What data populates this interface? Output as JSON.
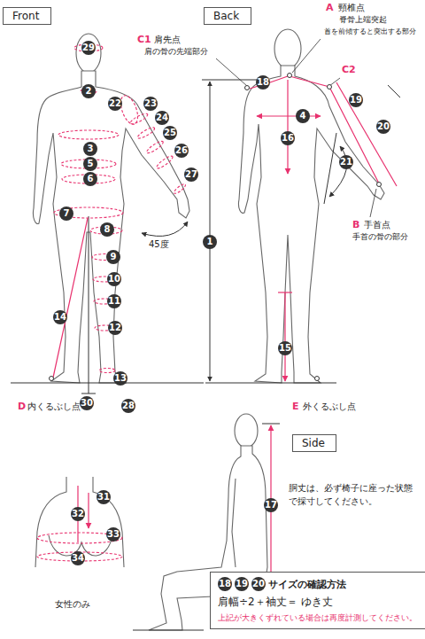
{
  "diagram": {
    "nodes": [
      {
        "text": [
          "Front"
        ]
      },
      {
        "text": [
          "Back"
        ]
      },
      {
        "text": [
          "Side"
        ]
      },
      {
        "text": [
          "18",
          "19",
          "20",
          "サイズの確認方法",
          "肩幅÷2＋袖丈＝ ゆき丈",
          "上記が大きくずれている場合は再度計測してください。"
        ]
      }
    ],
    "labels": [
      "C1",
      "肩先点",
      "肩の骨の先端部分",
      "A",
      "頸椎点",
      "脊骨上端突起",
      "首を前傾すると突出する部分",
      "C2",
      "B",
      "手首点",
      "手首の骨の部分",
      "45度",
      "D",
      "内くるぶし点",
      "E",
      "外くるぶし点",
      "胴丈は、必ず椅子に座った状態で採寸してください。",
      "女性のみ",
      "1",
      "2",
      "3",
      "4",
      "5",
      "6",
      "7",
      "8",
      "9",
      "10",
      "11",
      "12",
      "13",
      "14",
      "15",
      "16",
      "17",
      "18",
      "19",
      "20",
      "21",
      "22",
      "23",
      "24",
      "25",
      "26",
      "27",
      "28",
      "29",
      "30",
      "31",
      "32",
      "33",
      "34"
    ]
  }
}
